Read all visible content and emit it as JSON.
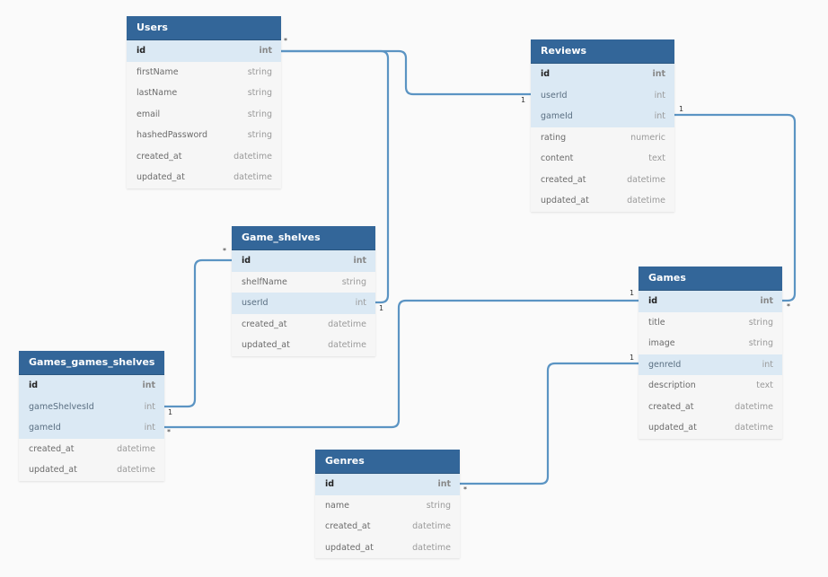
{
  "tables": {
    "users": {
      "title": "Users",
      "fields": [
        {
          "name": "id",
          "type": "int"
        },
        {
          "name": "firstName",
          "type": "string"
        },
        {
          "name": "lastName",
          "type": "string"
        },
        {
          "name": "email",
          "type": "string"
        },
        {
          "name": "hashedPassword",
          "type": "string"
        },
        {
          "name": "created_at",
          "type": "datetime"
        },
        {
          "name": "updated_at",
          "type": "datetime"
        }
      ]
    },
    "reviews": {
      "title": "Reviews",
      "fields": [
        {
          "name": "id",
          "type": "int"
        },
        {
          "name": "userId",
          "type": "int"
        },
        {
          "name": "gameId",
          "type": "int"
        },
        {
          "name": "rating",
          "type": "numeric"
        },
        {
          "name": "content",
          "type": "text"
        },
        {
          "name": "created_at",
          "type": "datetime"
        },
        {
          "name": "updated_at",
          "type": "datetime"
        }
      ]
    },
    "game_shelves": {
      "title": "Game_shelves",
      "fields": [
        {
          "name": "id",
          "type": "int"
        },
        {
          "name": "shelfName",
          "type": "string"
        },
        {
          "name": "userId",
          "type": "int"
        },
        {
          "name": "created_at",
          "type": "datetime"
        },
        {
          "name": "updated_at",
          "type": "datetime"
        }
      ]
    },
    "games": {
      "title": "Games",
      "fields": [
        {
          "name": "id",
          "type": "int"
        },
        {
          "name": "title",
          "type": "string"
        },
        {
          "name": "image",
          "type": "string"
        },
        {
          "name": "genreId",
          "type": "int"
        },
        {
          "name": "description",
          "type": "text"
        },
        {
          "name": "created_at",
          "type": "datetime"
        },
        {
          "name": "updated_at",
          "type": "datetime"
        }
      ]
    },
    "games_games_shelves": {
      "title": "Games_games_shelves",
      "fields": [
        {
          "name": "id",
          "type": "int"
        },
        {
          "name": "gameShelvesId",
          "type": "int"
        },
        {
          "name": "gameId",
          "type": "int"
        },
        {
          "name": "created_at",
          "type": "datetime"
        },
        {
          "name": "updated_at",
          "type": "datetime"
        }
      ]
    },
    "genres": {
      "title": "Genres",
      "fields": [
        {
          "name": "id",
          "type": "int"
        },
        {
          "name": "name",
          "type": "string"
        },
        {
          "name": "created_at",
          "type": "datetime"
        },
        {
          "name": "updated_at",
          "type": "datetime"
        }
      ]
    }
  },
  "relations": [
    {
      "many": "*",
      "one": "1"
    },
    {
      "many": "*",
      "one": "1"
    },
    {
      "many": "*",
      "one": "1"
    },
    {
      "many": "*",
      "one": "1"
    },
    {
      "many": "*",
      "one": "1"
    },
    {
      "many": "*",
      "one": "1"
    }
  ],
  "colors": {
    "header": "#336699",
    "highlight": "#dbe9f4",
    "connector": "#5b94c3"
  }
}
